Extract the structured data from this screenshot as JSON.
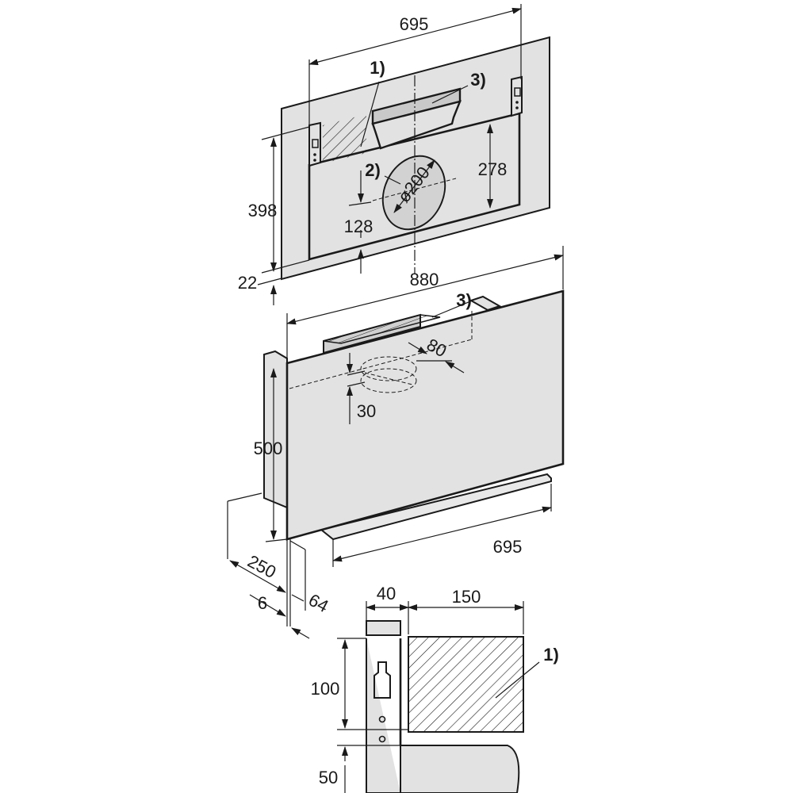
{
  "title": "Installation dimensions drawing",
  "colors": {
    "panel": "#e2e2e2",
    "line": "#1a1a1a"
  },
  "top_view": {
    "width_label": "695",
    "height_label": "398",
    "bottom_offset_label": "22",
    "vent_height_label": "278",
    "duct_height_label": "128",
    "duct_diameter_label": "ø200",
    "ref_1": "1)",
    "ref_2": "2)",
    "ref_3": "3)"
  },
  "front_view": {
    "width_label": "880",
    "height_label": "500",
    "tray_width_label": "695",
    "depth_label": "250",
    "glass_label": "6",
    "offset_label": "64",
    "outlet_depth_label": "80",
    "outlet_offset_label": "30",
    "ref_3": "3)"
  },
  "detail_view": {
    "bracket_width_label": "40",
    "zone_width_label": "150",
    "zone_height_label": "100",
    "bottom_label": "50",
    "ref_1": "1)"
  }
}
